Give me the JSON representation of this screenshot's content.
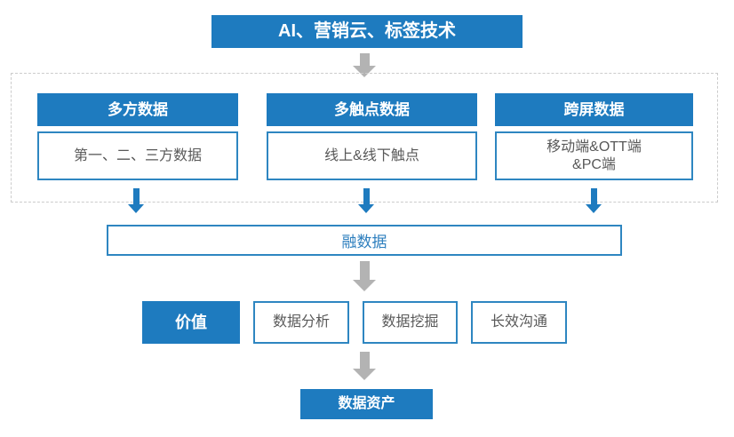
{
  "colors": {
    "brand_blue": "#1e7bbf",
    "box_border_blue": "#2e86c1",
    "fusion_text_blue": "#2e7fbe",
    "arrow_gray": "#b3b3b3",
    "body_text": "#595959",
    "dashed_border": "#cccccc"
  },
  "top_box": {
    "label": "AI、营销云、标签技术"
  },
  "data_layer": {
    "columns": [
      {
        "header": "多方数据",
        "detail": "第一、二、三方数据"
      },
      {
        "header": "多触点数据",
        "detail": "线上&线下触点"
      },
      {
        "header": "跨屏数据",
        "detail": "移动端&OTT端\n&PC端"
      }
    ]
  },
  "fusion_box": {
    "label": "融数据"
  },
  "value_row": {
    "label": "价值",
    "items": [
      "数据分析",
      "数据挖掘",
      "长效沟通"
    ]
  },
  "result_box": {
    "label": "数据资产"
  }
}
